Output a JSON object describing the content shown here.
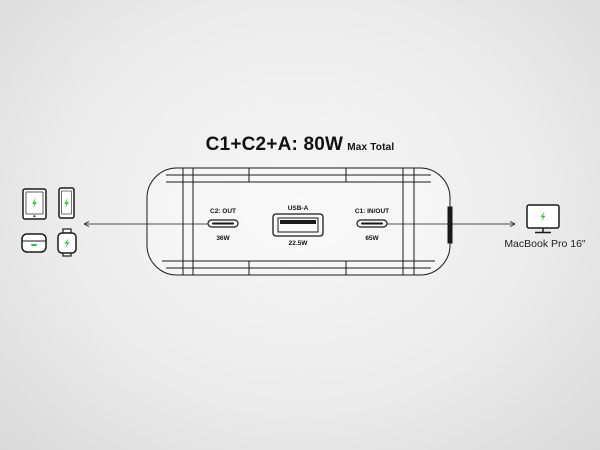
{
  "headline": {
    "main": "C1+C2+A: 80W",
    "sub": "Max Total"
  },
  "ports": [
    {
      "name": "C2: OUT",
      "watt": "36W"
    },
    {
      "name": "USB-A",
      "watt": "22.5W"
    },
    {
      "name": "C1: IN/OUT",
      "watt": "65W"
    }
  ],
  "laptop": {
    "label": "MacBook Pro 16\""
  },
  "colors": {
    "charge": "#2fc441",
    "line": "#1a1a1a"
  },
  "devices_left": [
    "tablet-icon",
    "phone-icon",
    "earbuds-case-icon",
    "watch-icon"
  ],
  "devices_right": [
    "monitor-icon"
  ]
}
